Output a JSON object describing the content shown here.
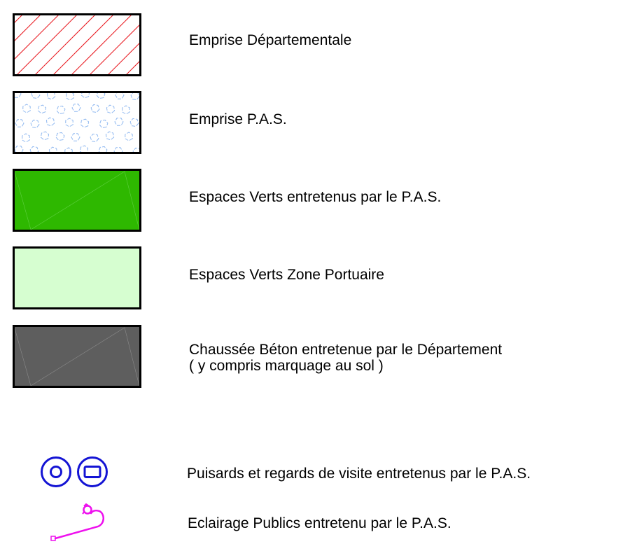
{
  "legend": {
    "items": [
      {
        "label": "Emprise Départementale",
        "fill": "#ffffff",
        "pattern": "diagonal-hatch",
        "pattern_color": "#e8141b"
      },
      {
        "label": "Emprise P.A.S.",
        "fill": "#ffffff",
        "pattern": "hexagon-dots",
        "pattern_color": "#8fb8f0"
      },
      {
        "label": "Espaces Verts entretenus par le P.A.S.",
        "fill": "#2eb800"
      },
      {
        "label": "Espaces Verts Zone Portuaire",
        "fill": "#d6fed0"
      },
      {
        "label_line1": "Chaussée Béton entretenue par le Département",
        "label_line2": "( y compris marquage au sol )",
        "fill": "#5e5e5e"
      }
    ],
    "symbols": [
      {
        "label": "Puisards et regards de visite entretenus par le P.A.S.",
        "icon": "manhole-icons",
        "color": "#1414d4"
      },
      {
        "label": "Eclairage Publics entretenu par le P.A.S.",
        "icon": "street-light-icon",
        "color": "#ee10ee"
      }
    ]
  }
}
